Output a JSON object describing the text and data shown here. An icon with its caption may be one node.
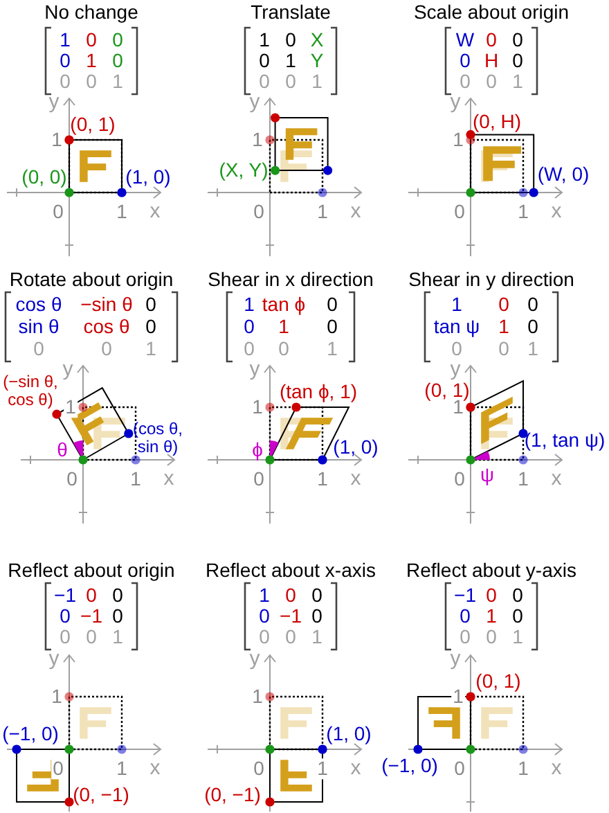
{
  "diagram": {
    "labels": [
      "No change",
      "1",
      "0",
      "0",
      "0",
      "1",
      "0",
      "0",
      "0",
      "1",
      "y",
      "1",
      "0",
      "1",
      "x",
      "(0, 1)",
      "(0, 0)",
      "(1, 0)",
      "Translate",
      "1",
      "0",
      "X",
      "0",
      "1",
      "Y",
      "0",
      "0",
      "1",
      "y",
      "1",
      "0",
      "1",
      "x",
      "(X, Y)",
      "Scale about origin",
      "W",
      "0",
      "0",
      "0",
      "H",
      "0",
      "0",
      "0",
      "1",
      "y",
      "1",
      "0",
      "1",
      "x",
      "(0, H)",
      "(W, 0)",
      "Rotate about origin",
      "cos θ",
      "−sin θ",
      "0",
      "sin θ",
      "cos θ",
      "0",
      "0",
      "0",
      "1",
      "y",
      "1",
      "0",
      "1",
      "x",
      "(−sin θ, cos θ)",
      "(cos θ, sin θ)",
      "θ",
      "Shear in x direction",
      "1",
      "tan ϕ",
      "0",
      "0",
      "1",
      "0",
      "0",
      "0",
      "1",
      "y",
      "1",
      "0",
      "1",
      "x",
      "(tan ϕ, 1)",
      "ϕ",
      "(1, 0)",
      "Shear in y direction",
      "1",
      "0",
      "0",
      "tan ψ",
      "1",
      "0",
      "0",
      "0",
      "1",
      "y",
      "1",
      "0",
      "1",
      "x",
      "(0, 1)",
      "(1, tan ψ)",
      "ψ",
      "Reflect about origin",
      "−1",
      "0",
      "0",
      "0",
      "−1",
      "0",
      "0",
      "0",
      "1",
      "y",
      "1",
      "0",
      "1",
      "x",
      "(−1, 0)",
      "(0, −1)",
      "Reflect about x-axis",
      "1",
      "0",
      "0",
      "0",
      "−1",
      "0",
      "0",
      "0",
      "1",
      "y",
      "1",
      "0",
      "1",
      "x",
      "(1, 0)",
      "(0, −1)",
      "Reflect about y-axis",
      "−1",
      "0",
      "0",
      "0",
      "1",
      "0",
      "0",
      "0",
      "1",
      "y",
      "1",
      "0",
      "1",
      "x",
      "(0, 1)",
      "(−1, 0)"
    ]
  }
}
